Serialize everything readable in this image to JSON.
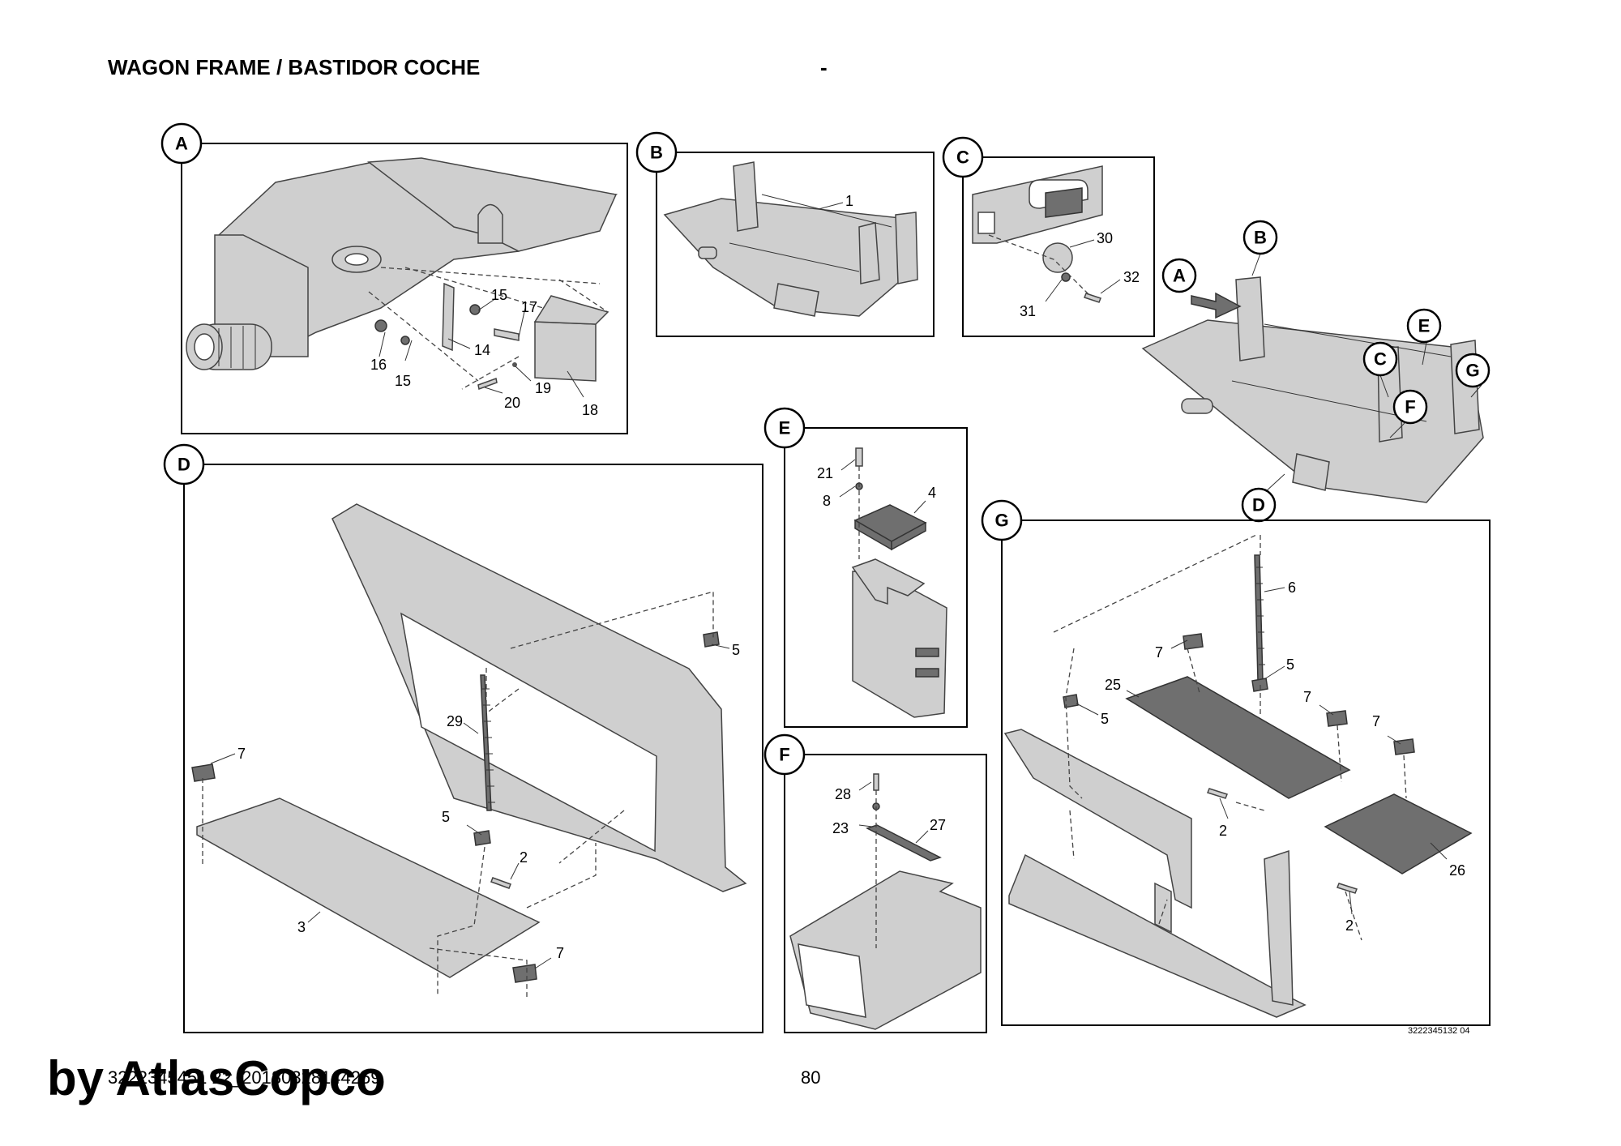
{
  "header": {
    "title": "WAGON FRAME / BASTIDOR COCHE",
    "dash": "-"
  },
  "footer": {
    "doc_ref": "3222345451 22_20180328144259",
    "page_number": "80",
    "drawing_number": "3222345132 04",
    "watermark": "by AtlasCopco"
  },
  "details": [
    {
      "id": "A",
      "callouts": [
        "14",
        "15",
        "15",
        "16",
        "17",
        "18",
        "19",
        "20"
      ]
    },
    {
      "id": "B",
      "callouts": [
        "1"
      ]
    },
    {
      "id": "C",
      "callouts": [
        "30",
        "31",
        "32"
      ]
    },
    {
      "id": "D",
      "callouts": [
        "2",
        "3",
        "5",
        "5",
        "7",
        "7",
        "29"
      ]
    },
    {
      "id": "E",
      "callouts": [
        "4",
        "8",
        "21"
      ]
    },
    {
      "id": "F",
      "callouts": [
        "23",
        "27",
        "28"
      ]
    },
    {
      "id": "G",
      "callouts": [
        "2",
        "2",
        "5",
        "5",
        "6",
        "7",
        "7",
        "7",
        "25",
        "26"
      ]
    }
  ],
  "overview_badges": [
    "A",
    "B",
    "C",
    "D",
    "E",
    "F",
    "G"
  ],
  "labels": {
    "a14": "14",
    "a15a": "15",
    "a15b": "15",
    "a16": "16",
    "a17": "17",
    "a18": "18",
    "a19": "19",
    "a20": "20",
    "b1": "1",
    "c30": "30",
    "c31": "31",
    "c32": "32",
    "d2": "2",
    "d3": "3",
    "d5a": "5",
    "d5b": "5",
    "d7a": "7",
    "d7b": "7",
    "d29": "29",
    "e4": "4",
    "e8": "8",
    "e21": "21",
    "f23": "23",
    "f27": "27",
    "f28": "28",
    "g2a": "2",
    "g2b": "2",
    "g5a": "5",
    "g5b": "5",
    "g6": "6",
    "g7a": "7",
    "g7b": "7",
    "g7c": "7",
    "g25": "25",
    "g26": "26"
  },
  "badges": {
    "A": "A",
    "B": "B",
    "C": "C",
    "D": "D",
    "E": "E",
    "F": "F",
    "G": "G",
    "oA": "A",
    "oB": "B",
    "oC": "C",
    "oD": "D",
    "oE": "E",
    "oF": "F",
    "oG": "G"
  }
}
